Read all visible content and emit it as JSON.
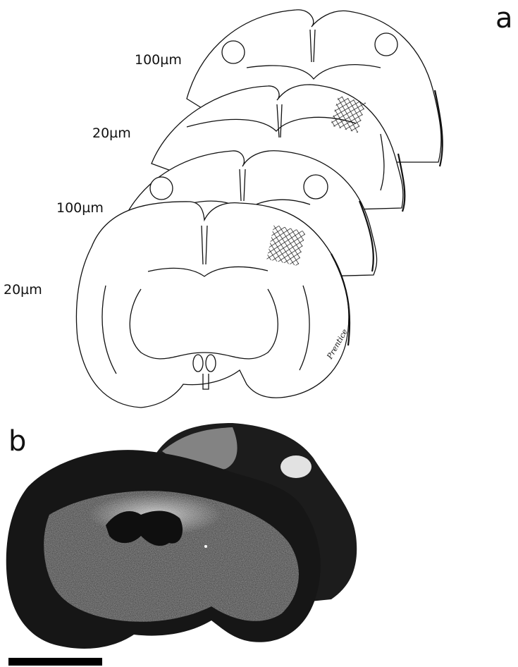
{
  "figure": {
    "panel_a": {
      "letter": "a",
      "section_labels": [
        "100µm",
        "20µm",
        "100µm",
        "20µm"
      ],
      "artist_signature": "Prentice",
      "ink_color": "#111111"
    },
    "panel_b": {
      "letter": "b",
      "photo_description_colors": {
        "background": "#ffffff",
        "tissue_dark": "#1a1a1a",
        "tissue_light": "#bdbdbd"
      }
    },
    "scale_bar": {
      "color": "#000000"
    }
  }
}
